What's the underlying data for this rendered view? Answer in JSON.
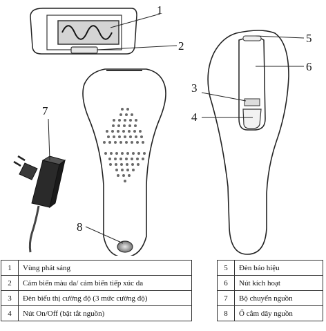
{
  "callouts": [
    "1",
    "2",
    "3",
    "4",
    "5",
    "6",
    "7",
    "8"
  ],
  "legend": {
    "left": [
      {
        "num": "1",
        "label": "Vùng phát sáng"
      },
      {
        "num": "2",
        "label": "Cảm biến màu da/ cảm biến tiếp xúc da"
      },
      {
        "num": "3",
        "label": "Đèn biểu thị cường độ (3 mức cường độ)"
      },
      {
        "num": "4",
        "label": "Nút On/Off (bật tắt nguồn)"
      }
    ],
    "right": [
      {
        "num": "5",
        "label": "Đèn báo hiệu"
      },
      {
        "num": "6",
        "label": "Nút kích hoạt"
      },
      {
        "num": "7",
        "label": "Bộ chuyển nguồn"
      },
      {
        "num": "8",
        "label": "Ổ cắm dây nguồn"
      }
    ]
  }
}
